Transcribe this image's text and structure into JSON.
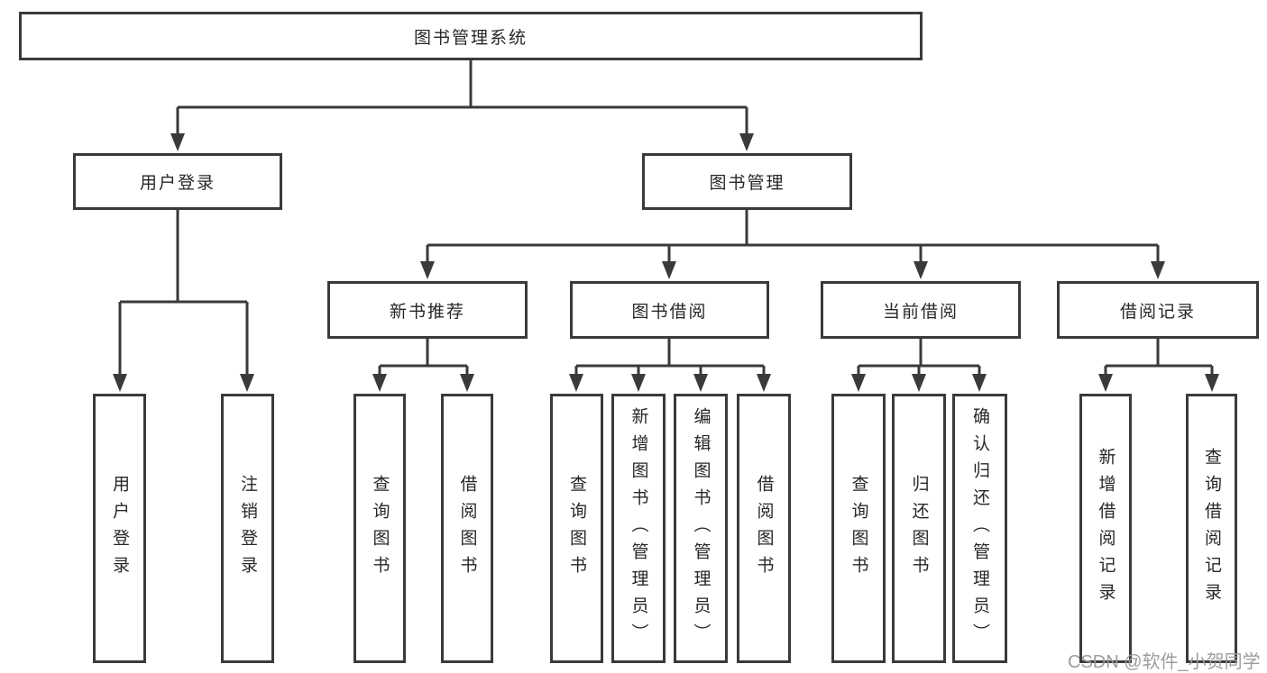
{
  "diagram": {
    "root": {
      "label": "图书管理系统"
    },
    "branches": [
      {
        "label": "用户登录",
        "children": [
          {
            "label": "用户登录"
          },
          {
            "label": "注销登录"
          }
        ]
      },
      {
        "label": "图书管理",
        "children": [
          {
            "label": "新书推荐",
            "children": [
              {
                "label": "查询图书"
              },
              {
                "label": "借阅图书"
              }
            ]
          },
          {
            "label": "图书借阅",
            "children": [
              {
                "label": "查询图书"
              },
              {
                "label": "新增图书（管理员）"
              },
              {
                "label": "编辑图书（管理员）"
              },
              {
                "label": "借阅图书"
              }
            ]
          },
          {
            "label": "当前借阅",
            "children": [
              {
                "label": "查询图书"
              },
              {
                "label": "归还图书"
              },
              {
                "label": "确认归还（管理员）"
              }
            ]
          },
          {
            "label": "借阅记录",
            "children": [
              {
                "label": "新增借阅记录"
              },
              {
                "label": "查询借阅记录"
              }
            ]
          }
        ]
      }
    ]
  },
  "watermark": {
    "text": "CSDN @软件_小贺同学"
  },
  "colors": {
    "line": "#3a3a3a",
    "box_border": "#3a3a3a",
    "text": "#272727",
    "watermark": "#9d9d9d",
    "background": "#ffffff"
  }
}
